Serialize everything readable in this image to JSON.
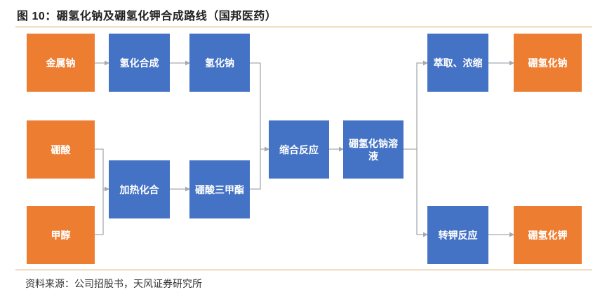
{
  "title": "图 10：硼氢化钠及硼氢化钾合成路线（国邦医药）",
  "source": "资料来源：公司招股书，天风证券研究所",
  "colors": {
    "raw_material": "#ed7d31",
    "process": "#4472c4",
    "connector": "#a6aab0",
    "rule": "#d9a35a"
  },
  "nodes": {
    "sodium": "金属钠",
    "hydrogenation": "氢化合成",
    "sodium_hydride": "氢化钠",
    "boric_acid": "硼酸",
    "heating": "加热化合",
    "trimethyl_borate": "硼酸三甲酯",
    "methanol": "甲醇",
    "condensation": "缩合反应",
    "nabh4_solution": "硼氢化钠溶液",
    "extraction": "萃取、浓缩",
    "nabh4": "硼氢化钠",
    "potassium_conversion": "转钾反应",
    "kbh4": "硼氢化钾"
  }
}
